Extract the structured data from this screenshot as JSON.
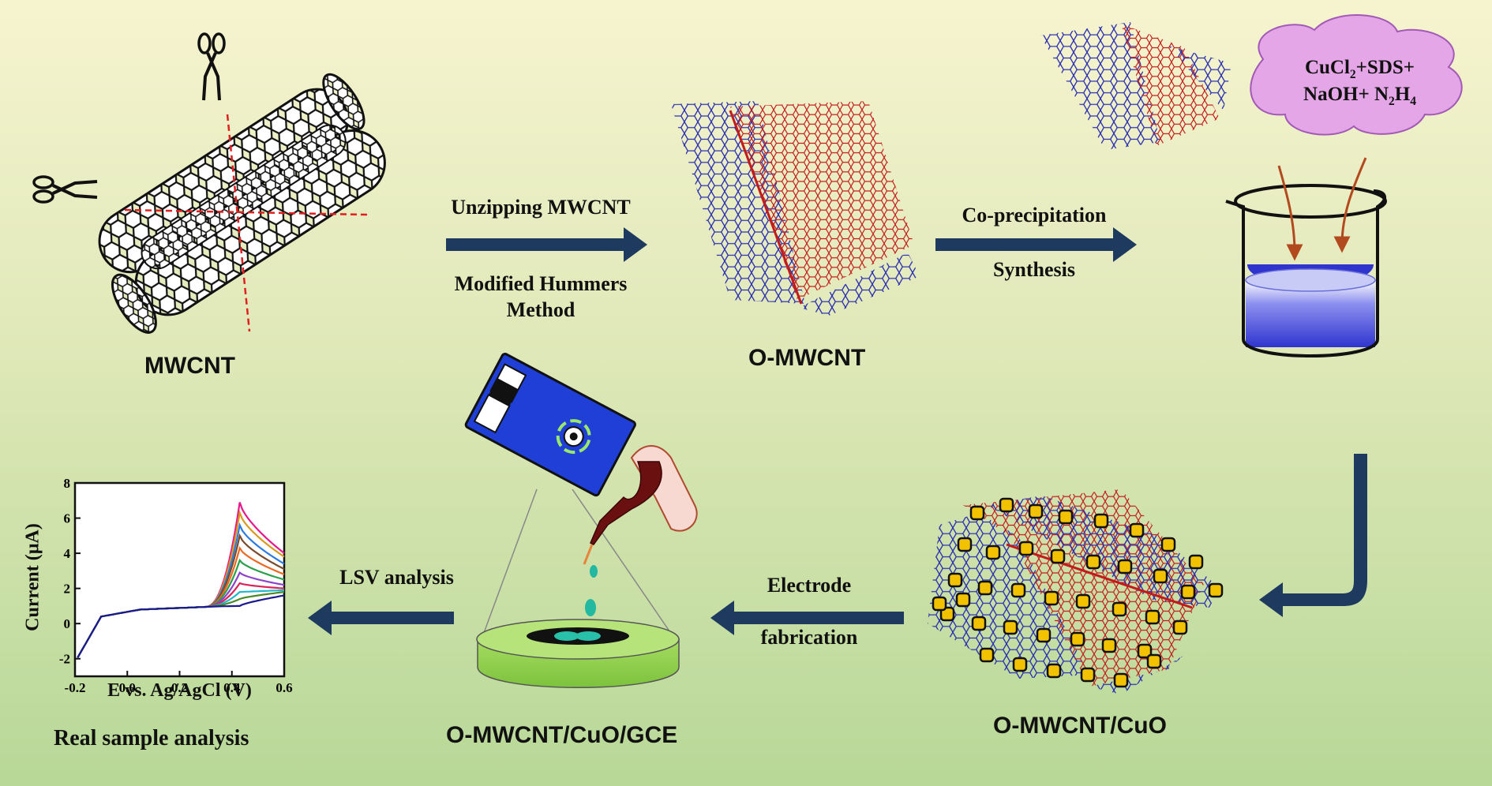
{
  "labels": {
    "mwcnt": "MWCNT",
    "omwcnt": "O-MWCNT",
    "omwcnt_cuo": "O-MWCNT/CuO",
    "omwcnt_cuo_gce": "O-MWCNT/CuO/GCE",
    "real_sample": "Real sample analysis"
  },
  "steps": {
    "unzip_top": "Unzipping MWCNT",
    "unzip_bottom_1": "Modified Hummers",
    "unzip_bottom_2": "Method",
    "coprec_top": "Co-precipitation",
    "coprec_bottom": "Synthesis",
    "electrode_top": "Electrode",
    "electrode_bottom": "fabrication",
    "lsv": "LSV analysis"
  },
  "reagents": {
    "line1": {
      "a": "CuCl",
      "a_sub": "2",
      "b": "+SDS+"
    },
    "line2": {
      "a": "NaOH+ N",
      "a_sub": "2",
      "b": "H",
      "b_sub": "4"
    }
  },
  "chart_data": {
    "type": "line",
    "xlabel": "E vs. Ag/AgCl (V)",
    "ylabel": "Current (µA)",
    "xlim": [
      -0.2,
      0.6
    ],
    "ylim": [
      -3,
      8
    ],
    "xticks": [
      "-0.2",
      "0.0",
      "0.2",
      "0.4",
      "0.6"
    ],
    "yticks": [
      "-2",
      "0",
      "2",
      "4",
      "6",
      "8"
    ],
    "peak_potential": 0.43,
    "series": [
      {
        "color": "#e5198a",
        "peak": 6.9,
        "end": 4.0
      },
      {
        "color": "#d99b1e",
        "peak": 6.3,
        "end": 3.8
      },
      {
        "color": "#2c7be0",
        "peak": 5.6,
        "end": 3.4
      },
      {
        "color": "#7a4b2a",
        "peak": 5.0,
        "end": 3.1
      },
      {
        "color": "#ea6a20",
        "peak": 4.3,
        "end": 2.8
      },
      {
        "color": "#2aa04a",
        "peak": 3.6,
        "end": 2.5
      },
      {
        "color": "#8e44c8",
        "peak": 2.9,
        "end": 2.2
      },
      {
        "color": "#d9245a",
        "peak": 2.3,
        "end": 2.0
      },
      {
        "color": "#22b7c9",
        "peak": 1.8,
        "end": 1.9
      },
      {
        "color": "#4a8a2a",
        "peak": 1.4,
        "end": 1.8
      },
      {
        "color": "#1a1a8e",
        "peak": 1.0,
        "end": 1.6
      }
    ]
  },
  "colors": {
    "arrow": "#1e3a5f",
    "mwcnt_stroke": "#111111",
    "sheet_blue": "#2b2fb0",
    "sheet_red": "#c21b1b",
    "cloud_fill": "#e5a6e8",
    "solution": "#3a3fd8",
    "electrode_blue": "#1f3fd6",
    "gce_green": "#8fd14f",
    "cuo_gold": "#f2c200"
  }
}
